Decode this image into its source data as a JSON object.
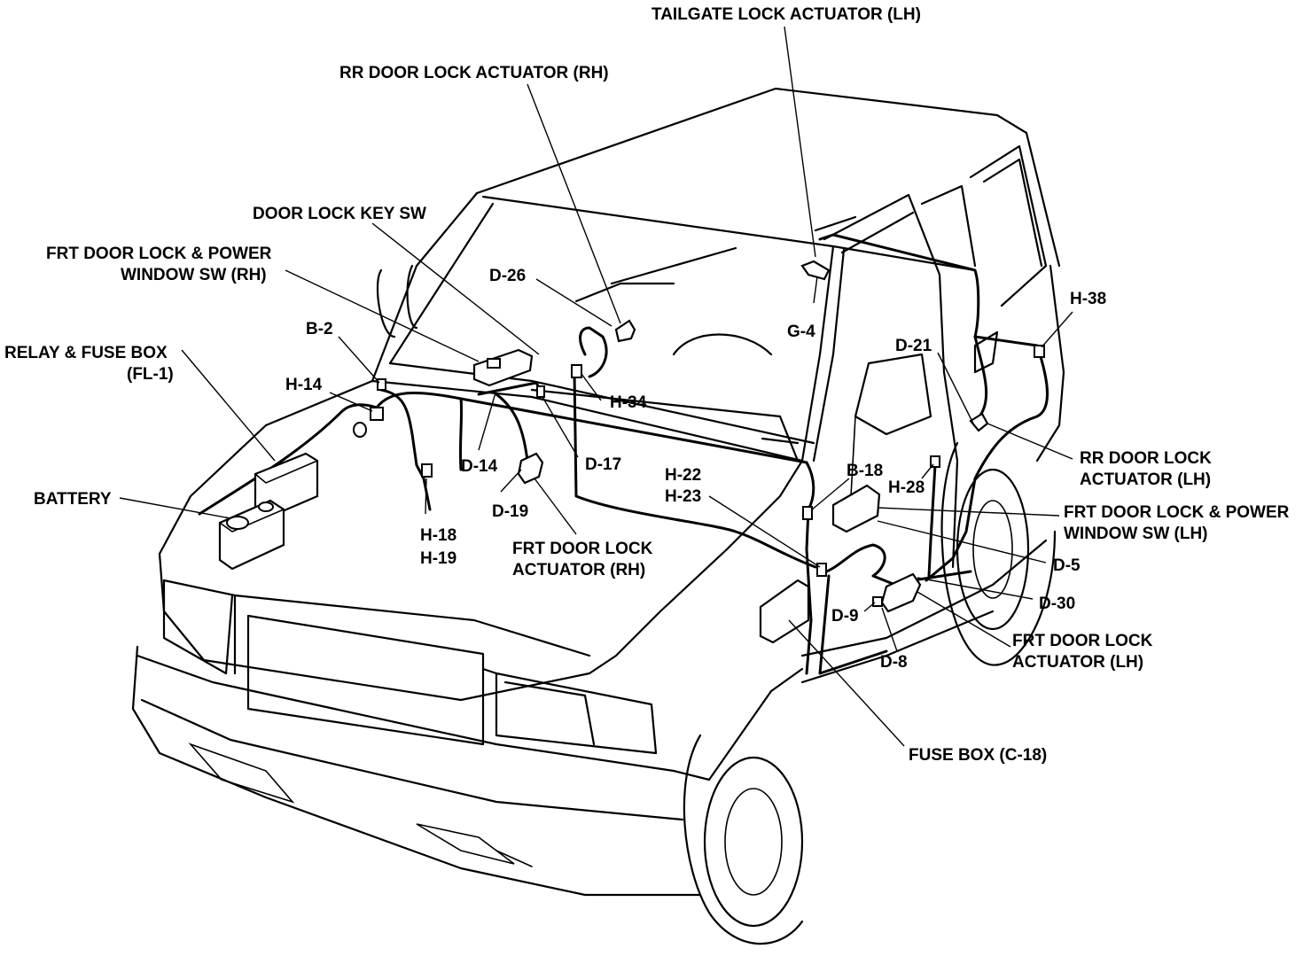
{
  "labels": {
    "tailgate_lh": "TAILGATE LOCK ACTUATOR (LH)",
    "rr_door_rh": "RR DOOR LOCK ACTUATOR (RH)",
    "door_key_sw": "DOOR LOCK KEY SW",
    "frt_sw_rh_1": "FRT DOOR LOCK & POWER",
    "frt_sw_rh_2": "WINDOW SW (RH)",
    "relay_fuse_1": "RELAY & FUSE BOX",
    "relay_fuse_2": "(FL-1)",
    "battery": "BATTERY",
    "b2": "B-2",
    "h14": "H-14",
    "d26": "D-26",
    "h34": "H-34",
    "d14": "D-14",
    "d17": "D-17",
    "d19": "D-19",
    "h18": "H-18",
    "h19": "H-19",
    "frt_act_rh_1": "FRT DOOR LOCK",
    "frt_act_rh_2": "ACTUATOR (RH)",
    "h22": "H-22",
    "h23": "H-23",
    "g4": "G-4",
    "h38": "H-38",
    "d21": "D-21",
    "rr_door_lh_1": "RR DOOR LOCK",
    "rr_door_lh_2": "ACTUATOR (LH)",
    "b18": "B-18",
    "h28": "H-28",
    "frt_sw_lh_1": "FRT DOOR LOCK & POWER",
    "frt_sw_lh_2": "WINDOW SW (LH)",
    "d5": "D-5",
    "d30": "D-30",
    "d9": "D-9",
    "frt_act_lh_1": "FRT DOOR LOCK",
    "frt_act_lh_2": "ACTUATOR (LH)",
    "d8": "D-8",
    "fuse_box": "FUSE BOX (C-18)"
  }
}
